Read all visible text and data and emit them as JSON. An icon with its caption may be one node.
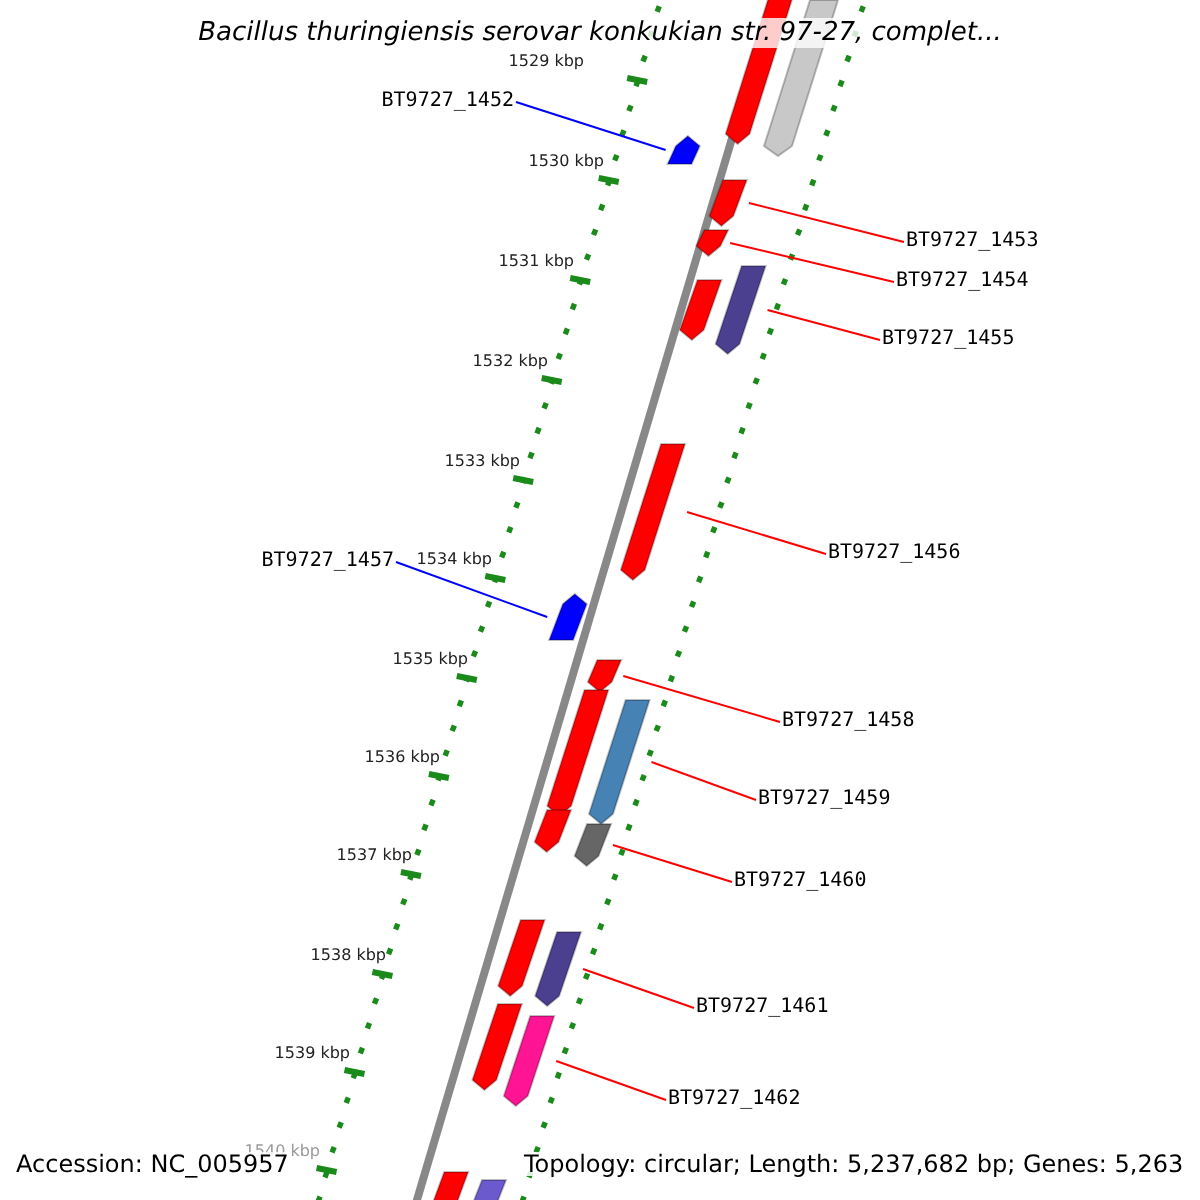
{
  "diagram": {
    "title": "Bacillus thuringiensis serovar konkukian str. 97-27, complet...",
    "nodes": [
      {
        "text": [
          "BT9727_1452"
        ]
      },
      {
        "text": [],
        "shape": "bar"
      },
      {
        "text": [
          "BT9727_1453"
        ]
      },
      {
        "text": [],
        "shape": "bar"
      },
      {
        "text": [
          "BT9727_1454"
        ]
      },
      {
        "text": [],
        "shape": "bar"
      },
      {
        "text": [
          "BT9727_1455"
        ]
      },
      {
        "text": [],
        "shape": "bar"
      },
      {
        "text": [
          "BT9727_1456"
        ]
      },
      {
        "text": [],
        "shape": "bar"
      },
      {
        "text": [
          "BT9727_1457"
        ]
      },
      {
        "text": [],
        "shape": "bar"
      },
      {
        "text": [
          "BT9727_1458"
        ]
      },
      {
        "text": [],
        "shape": "bar"
      },
      {
        "text": [
          "BT9727_1459"
        ]
      },
      {
        "text": [],
        "shape": "bar"
      },
      {
        "text": [
          "BT9727_1460"
        ]
      },
      {
        "text": [],
        "shape": "bar"
      },
      {
        "text": [
          "BT9727_1461"
        ]
      },
      {
        "text": [],
        "shape": "bar"
      },
      {
        "text": [
          "BT9727_1462"
        ]
      },
      {
        "text": [],
        "shape": "bar"
      },
      {
        "text": [],
        "shape": "bar"
      },
      {
        "text": [],
        "shape": "bar"
      },
      {
        "text": [],
        "shape": "bar"
      },
      {
        "text": [],
        "shape": "bar"
      },
      {
        "text": [],
        "shape": "bar"
      },
      {
        "text": [],
        "shape": "bar"
      },
      {
        "text": [],
        "shape": "bar"
      },
      {
        "text": [],
        "shape": "bar"
      },
      {
        "text": [],
        "shape": "bar"
      }
    ],
    "edges": [
      {
        "from": 0,
        "to": 1,
        "arrow": "none",
        "color": "#0000ff"
      },
      {
        "from": 2,
        "to": 3,
        "arrow": "none"
      },
      {
        "from": 4,
        "to": 5,
        "arrow": "none"
      },
      {
        "from": 6,
        "to": 7,
        "arrow": "none"
      },
      {
        "from": 8,
        "to": 9,
        "arrow": "none"
      },
      {
        "from": 10,
        "to": 11,
        "arrow": "none",
        "color": "#0000ff"
      },
      {
        "from": 12,
        "to": 13,
        "arrow": "none"
      },
      {
        "from": 14,
        "to": 15,
        "arrow": "none"
      },
      {
        "from": 16,
        "to": 17,
        "arrow": "none"
      },
      {
        "from": 18,
        "to": 19,
        "arrow": "none"
      },
      {
        "from": 20,
        "to": 21,
        "arrow": "none"
      }
    ],
    "labels": [
      "1529 kbp",
      "1530 kbp",
      "1531 kbp",
      "1532 kbp",
      "1533 kbp",
      "1534 kbp",
      "1535 kbp",
      "1536 kbp",
      "1537 kbp",
      "1538 kbp",
      "1539 kbp",
      "1540 kbp",
      "Accession: NC_005957",
      "Topology: circular; Length: 5,237,682 bp; Genes: 5,263"
    ]
  }
}
